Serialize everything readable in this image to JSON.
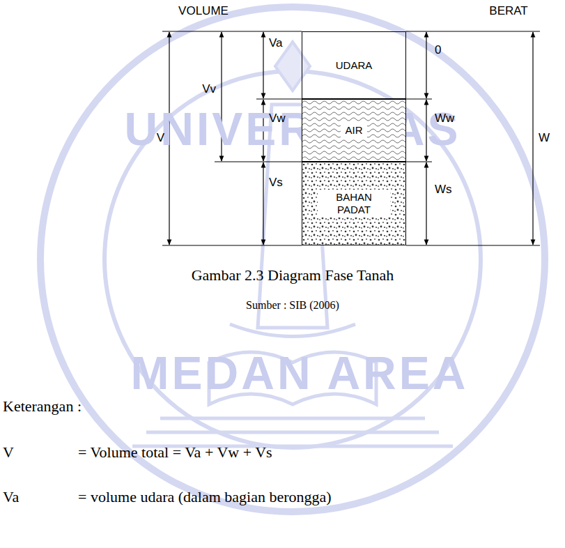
{
  "diagram": {
    "caption": "Gambar 2.3 Diagram Fase Tanah",
    "nodes": [
      {
        "text": [
          "UDARA"
        ]
      },
      {
        "text": [
          "AIR"
        ]
      },
      {
        "text": [
          "BAHAN PADAT"
        ]
      }
    ],
    "labels": [
      "VOLUME",
      "BERAT",
      "Va",
      "Vv",
      "Vw",
      "V",
      "Vs",
      "0",
      "Ww",
      "W",
      "Ws",
      "Sumber : SIB (2006)",
      "Keterangan :",
      "V",
      "= Volume total = Va + Vw + Vs",
      "Va",
      "= volume udara (dalam bagian berongga)",
      "UNIVERSITAS",
      "MEDAN AREA"
    ]
  }
}
